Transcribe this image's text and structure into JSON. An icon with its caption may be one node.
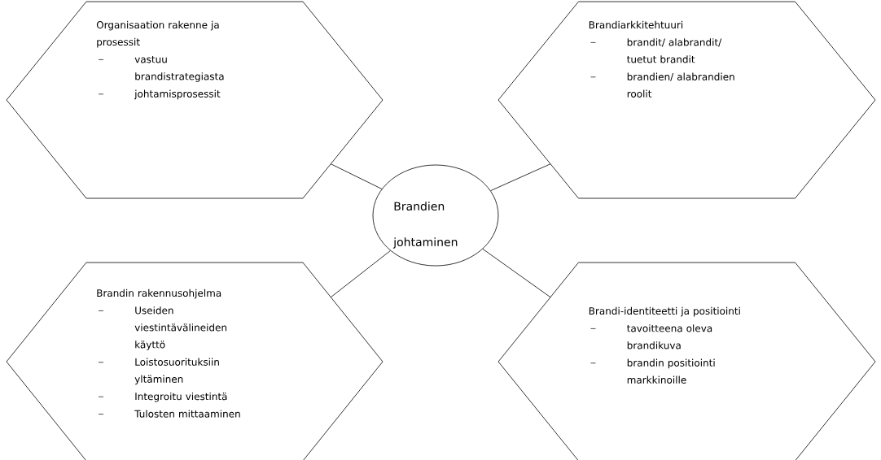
{
  "diagram": {
    "nodes": [
      {
        "text": [
          "Organisaation rakenne ja prosessit",
          "vastuu brandistrategiasta",
          "johtamisprosessit"
        ]
      },
      {
        "text": [
          "Brandiarkkitehtuuri",
          "brandit/ alabrandit/ tuetut brandit",
          "brandien/ alabrandien roolit"
        ]
      },
      {
        "text": [
          "Brandien johtaminen"
        ]
      },
      {
        "text": [
          "Brandin rakennusohjelma",
          "Useiden viestintävälineiden käyttö",
          "Loistosuorituksiin yltäminen",
          "Integroitu viestintä",
          "Tulosten mittaaminen"
        ]
      },
      {
        "text": [
          "Brandi-identiteetti ja positiointi",
          "tavoitteena oleva brandikuva",
          "brandin positiointi markkinoille"
        ]
      }
    ],
    "edges": [
      {
        "from": 2,
        "to": 0,
        "arrow": "none"
      },
      {
        "from": 2,
        "to": 1,
        "arrow": "none"
      },
      {
        "from": 2,
        "to": 3,
        "arrow": "none"
      },
      {
        "from": 2,
        "to": 4,
        "arrow": "none"
      }
    ]
  }
}
